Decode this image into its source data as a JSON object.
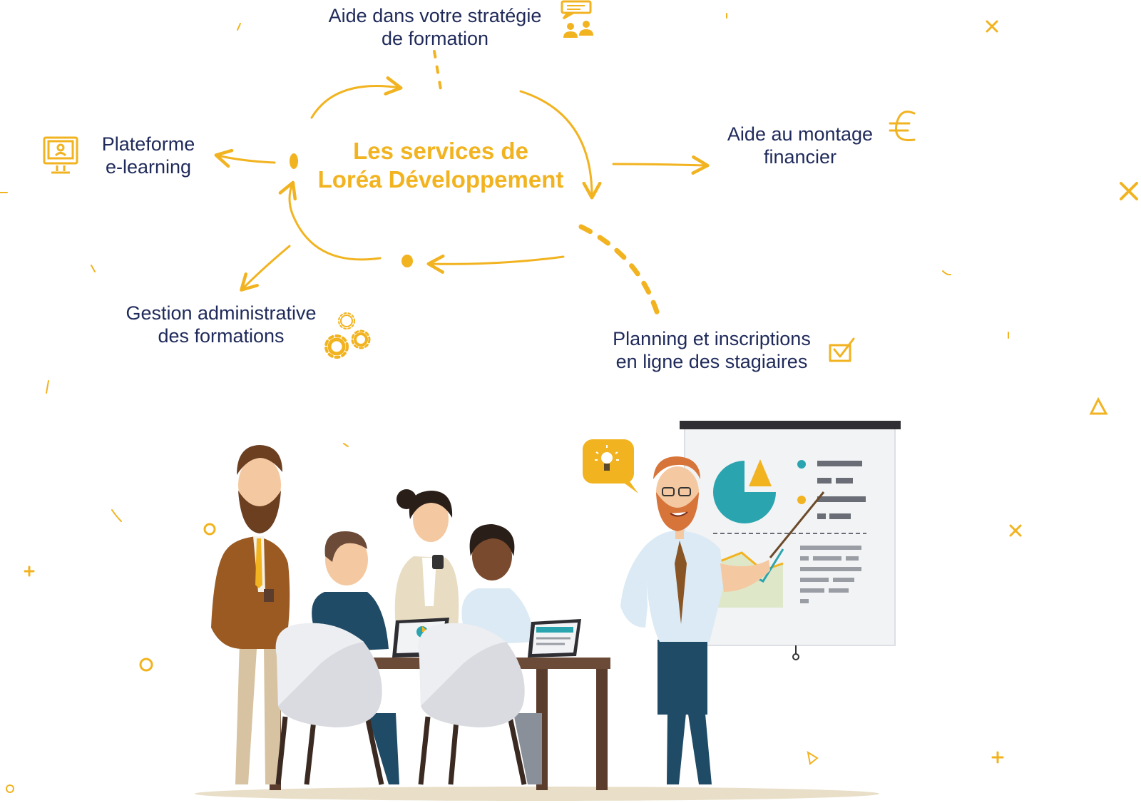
{
  "center": {
    "line1": "Les services de",
    "line2": "Loréa Développement"
  },
  "services": {
    "strategy": {
      "line1": "Aide dans votre stratégie",
      "line2": "de formation",
      "icon": "team-chat-icon"
    },
    "funding": {
      "line1": "Aide au montage",
      "line2": "financier",
      "icon": "euro-icon"
    },
    "planning": {
      "line1": "Planning et inscriptions",
      "line2": "en ligne des stagiaires",
      "icon": "checkbox-icon"
    },
    "admin": {
      "line1": "Gestion administrative",
      "line2": "des formations",
      "icon": "gears-icon"
    },
    "elearning": {
      "line1": "Plateforme",
      "line2": "e-learning",
      "icon": "monitor-user-icon"
    }
  },
  "colors": {
    "accent": "#f2b320",
    "text": "#1f2a5a",
    "teal": "#2aa5b0",
    "brown": "#8a5524",
    "navy": "#1f4b66"
  }
}
